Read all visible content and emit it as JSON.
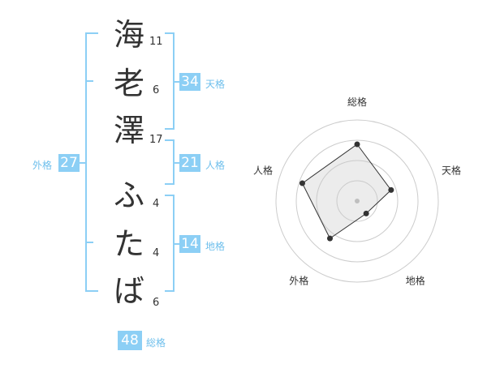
{
  "name": {
    "chars": [
      {
        "char": "海",
        "strokes": "11"
      },
      {
        "char": "老",
        "strokes": "6"
      },
      {
        "char": "澤",
        "strokes": "17"
      },
      {
        "char": "ふ",
        "strokes": "4"
      },
      {
        "char": "た",
        "strokes": "4"
      },
      {
        "char": "ば",
        "strokes": "6"
      }
    ]
  },
  "scores": {
    "tenkaku": {
      "value": "34",
      "label": "天格"
    },
    "jinkaku": {
      "value": "21",
      "label": "人格"
    },
    "chikaku": {
      "value": "14",
      "label": "地格"
    },
    "gaikaku": {
      "value": "27",
      "label": "外格"
    },
    "soukaku": {
      "value": "48",
      "label": "総格"
    }
  },
  "colors": {
    "accent": "#8ccff5",
    "accent_text": "#6ebfec",
    "text": "#333333"
  },
  "chart_data": {
    "type": "radar",
    "axes": [
      "総格",
      "天格",
      "地格",
      "外格",
      "人格"
    ],
    "values": [
      0.7,
      0.44,
      0.19,
      0.57,
      0.71
    ],
    "rings": 4,
    "max": 1.0
  }
}
